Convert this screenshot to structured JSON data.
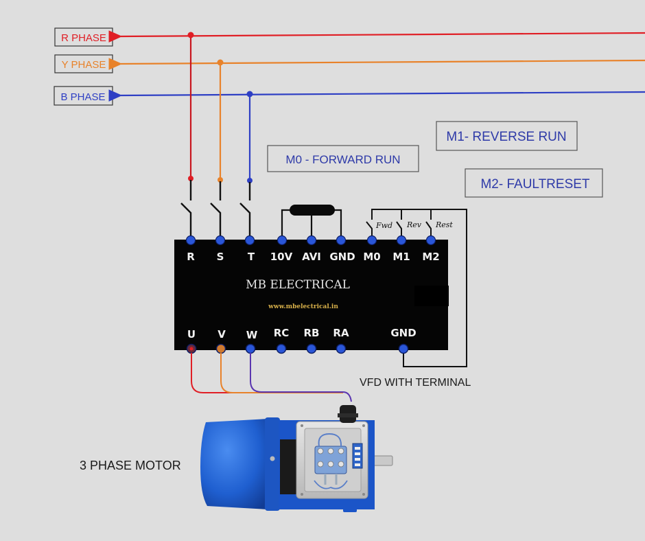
{
  "phases": [
    {
      "label": "R PHASE",
      "color": "#e01e25",
      "terminal": "R",
      "output": "U"
    },
    {
      "label": "Y PHASE",
      "color": "#e8822a",
      "terminal": "S",
      "output": "V"
    },
    {
      "label": "B PHASE",
      "color": "#2e3fc4",
      "terminal": "T",
      "output": "W"
    }
  ],
  "notes": {
    "m0": "M0 - FORWARD RUN",
    "m1": "M1- REVERSE RUN",
    "m2": "M2- FAULTRESET"
  },
  "vfd": {
    "brand": "MB ELECTRICAL",
    "website": "www.mbelectrical.in",
    "caption": "VFD WITH TERMINAL",
    "top_terminals": [
      "R",
      "S",
      "T",
      "10V",
      "AVI",
      "GND",
      "M0",
      "M1",
      "M2"
    ],
    "bottom_terminals": [
      "U",
      "V",
      "W",
      "RC",
      "RB",
      "RA",
      "GND"
    ],
    "switch_labels": [
      "Fwd",
      "Rev",
      "Rest"
    ]
  },
  "motor": {
    "caption": "3 PHASE MOTOR"
  },
  "colors": {
    "background": "#dedede",
    "vfd_body": "#050505",
    "terminal_dot": "#2a56d8",
    "note_text": "#2e3aa8",
    "website_text": "#d8b04a",
    "motor_blue": "#1f5fd0"
  }
}
